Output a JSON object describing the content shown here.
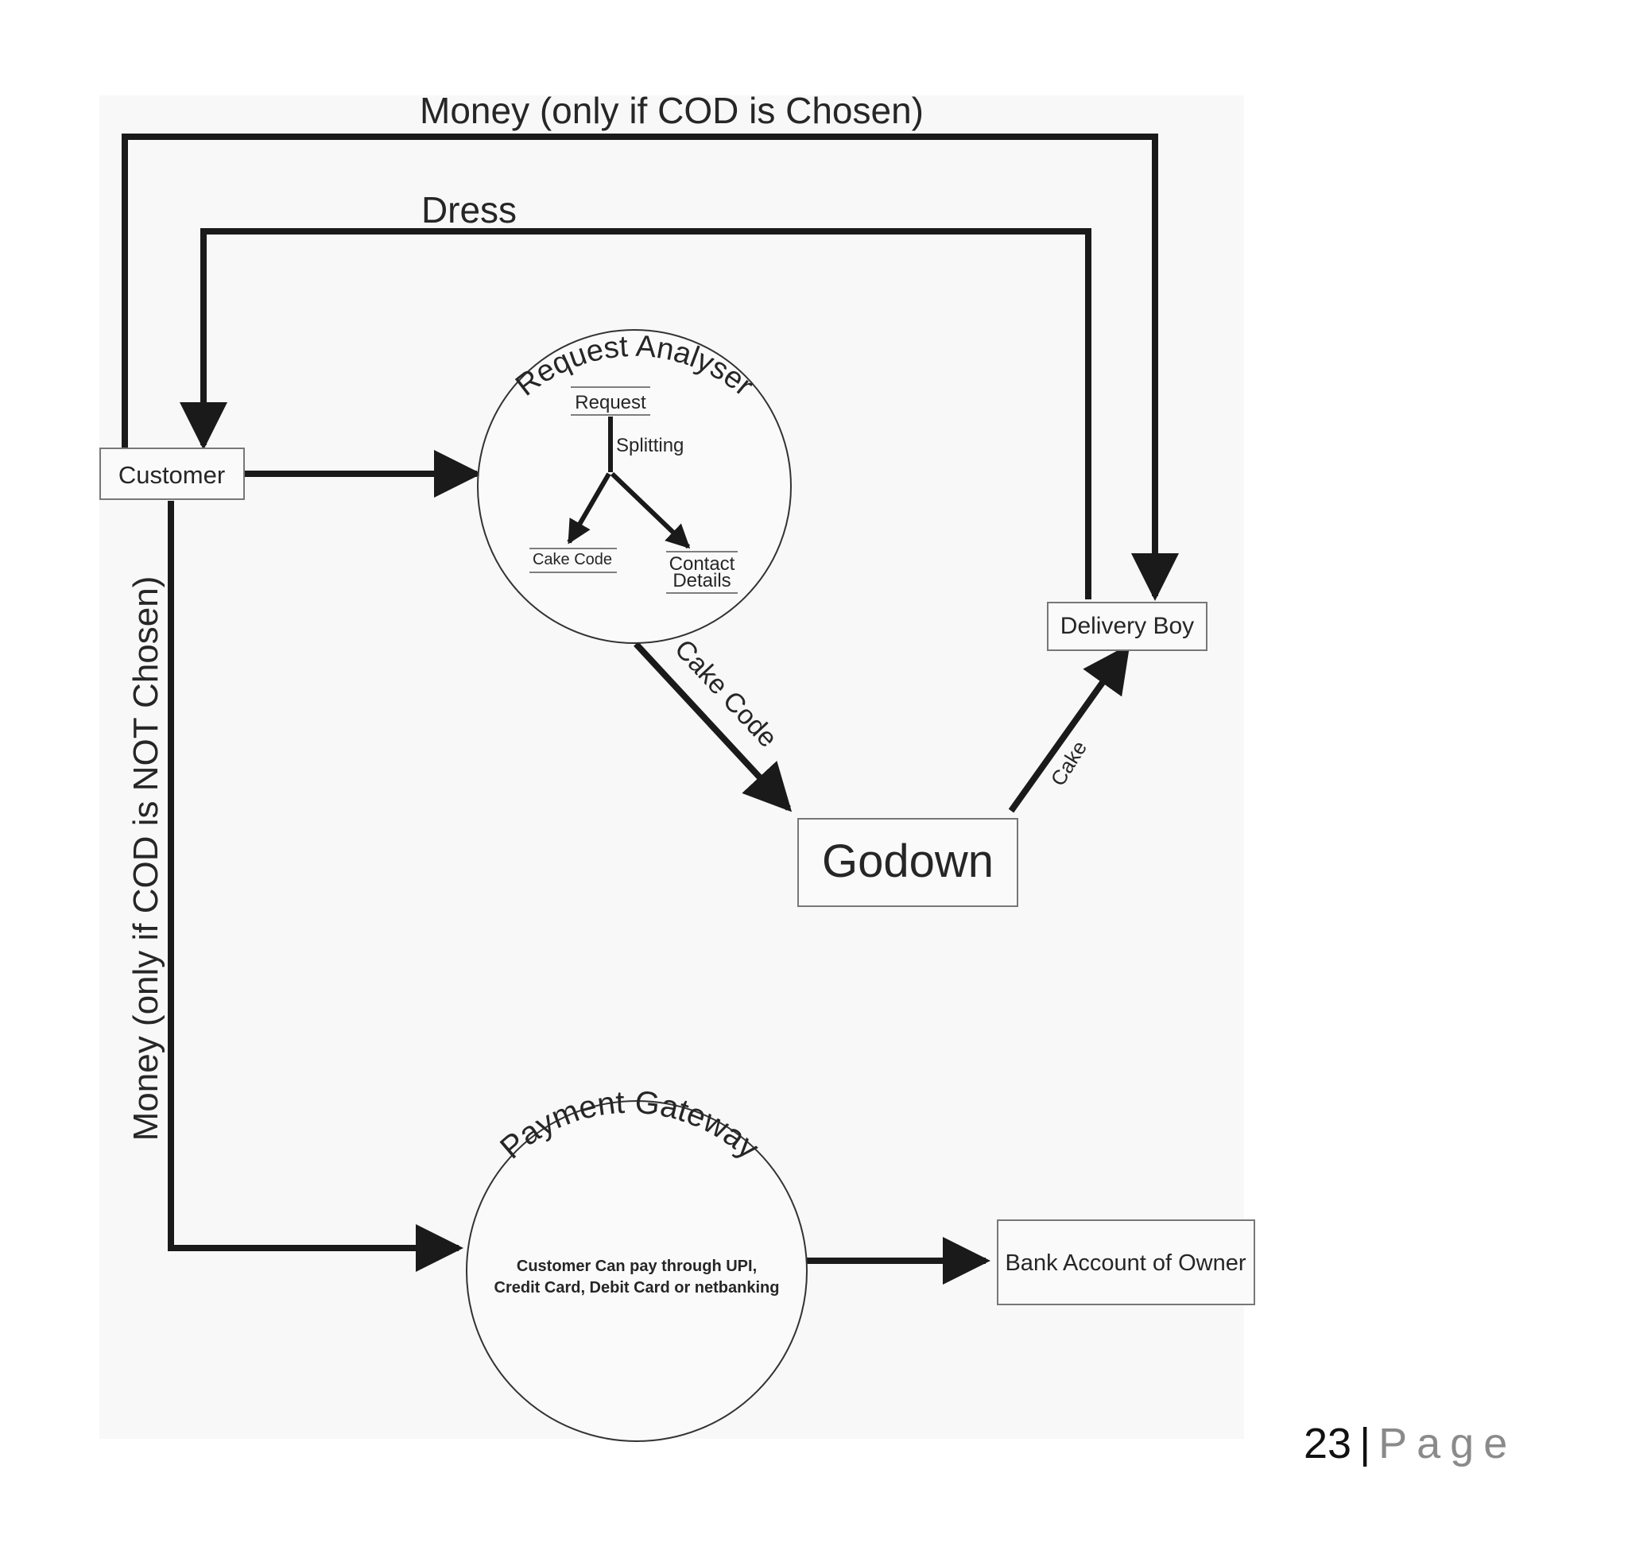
{
  "flows": {
    "money_cod": "Money (only if COD is Chosen)",
    "dress": "Dress",
    "money_not_cod": "Money (only if COD is NOT Chosen)",
    "cake_code": "Cake Code",
    "cake": "Cake"
  },
  "entities": {
    "customer": "Customer",
    "delivery_boy": "Delivery Boy",
    "godown": "Godown",
    "bank_account": "Bank Account of Owner"
  },
  "request_analyser": {
    "title": "Request Analyser",
    "request": "Request",
    "splitting": "Splitting",
    "cake_code": "Cake Code",
    "contact_line1": "Contact",
    "contact_line2": "Details"
  },
  "payment_gateway": {
    "title": "Payment Gateway",
    "line1": "Customer Can pay through UPI,",
    "line2": "Credit Card, Debit Card or netbanking"
  },
  "footer": {
    "page_number": "23",
    "separator": "|",
    "page_word": "Page"
  }
}
